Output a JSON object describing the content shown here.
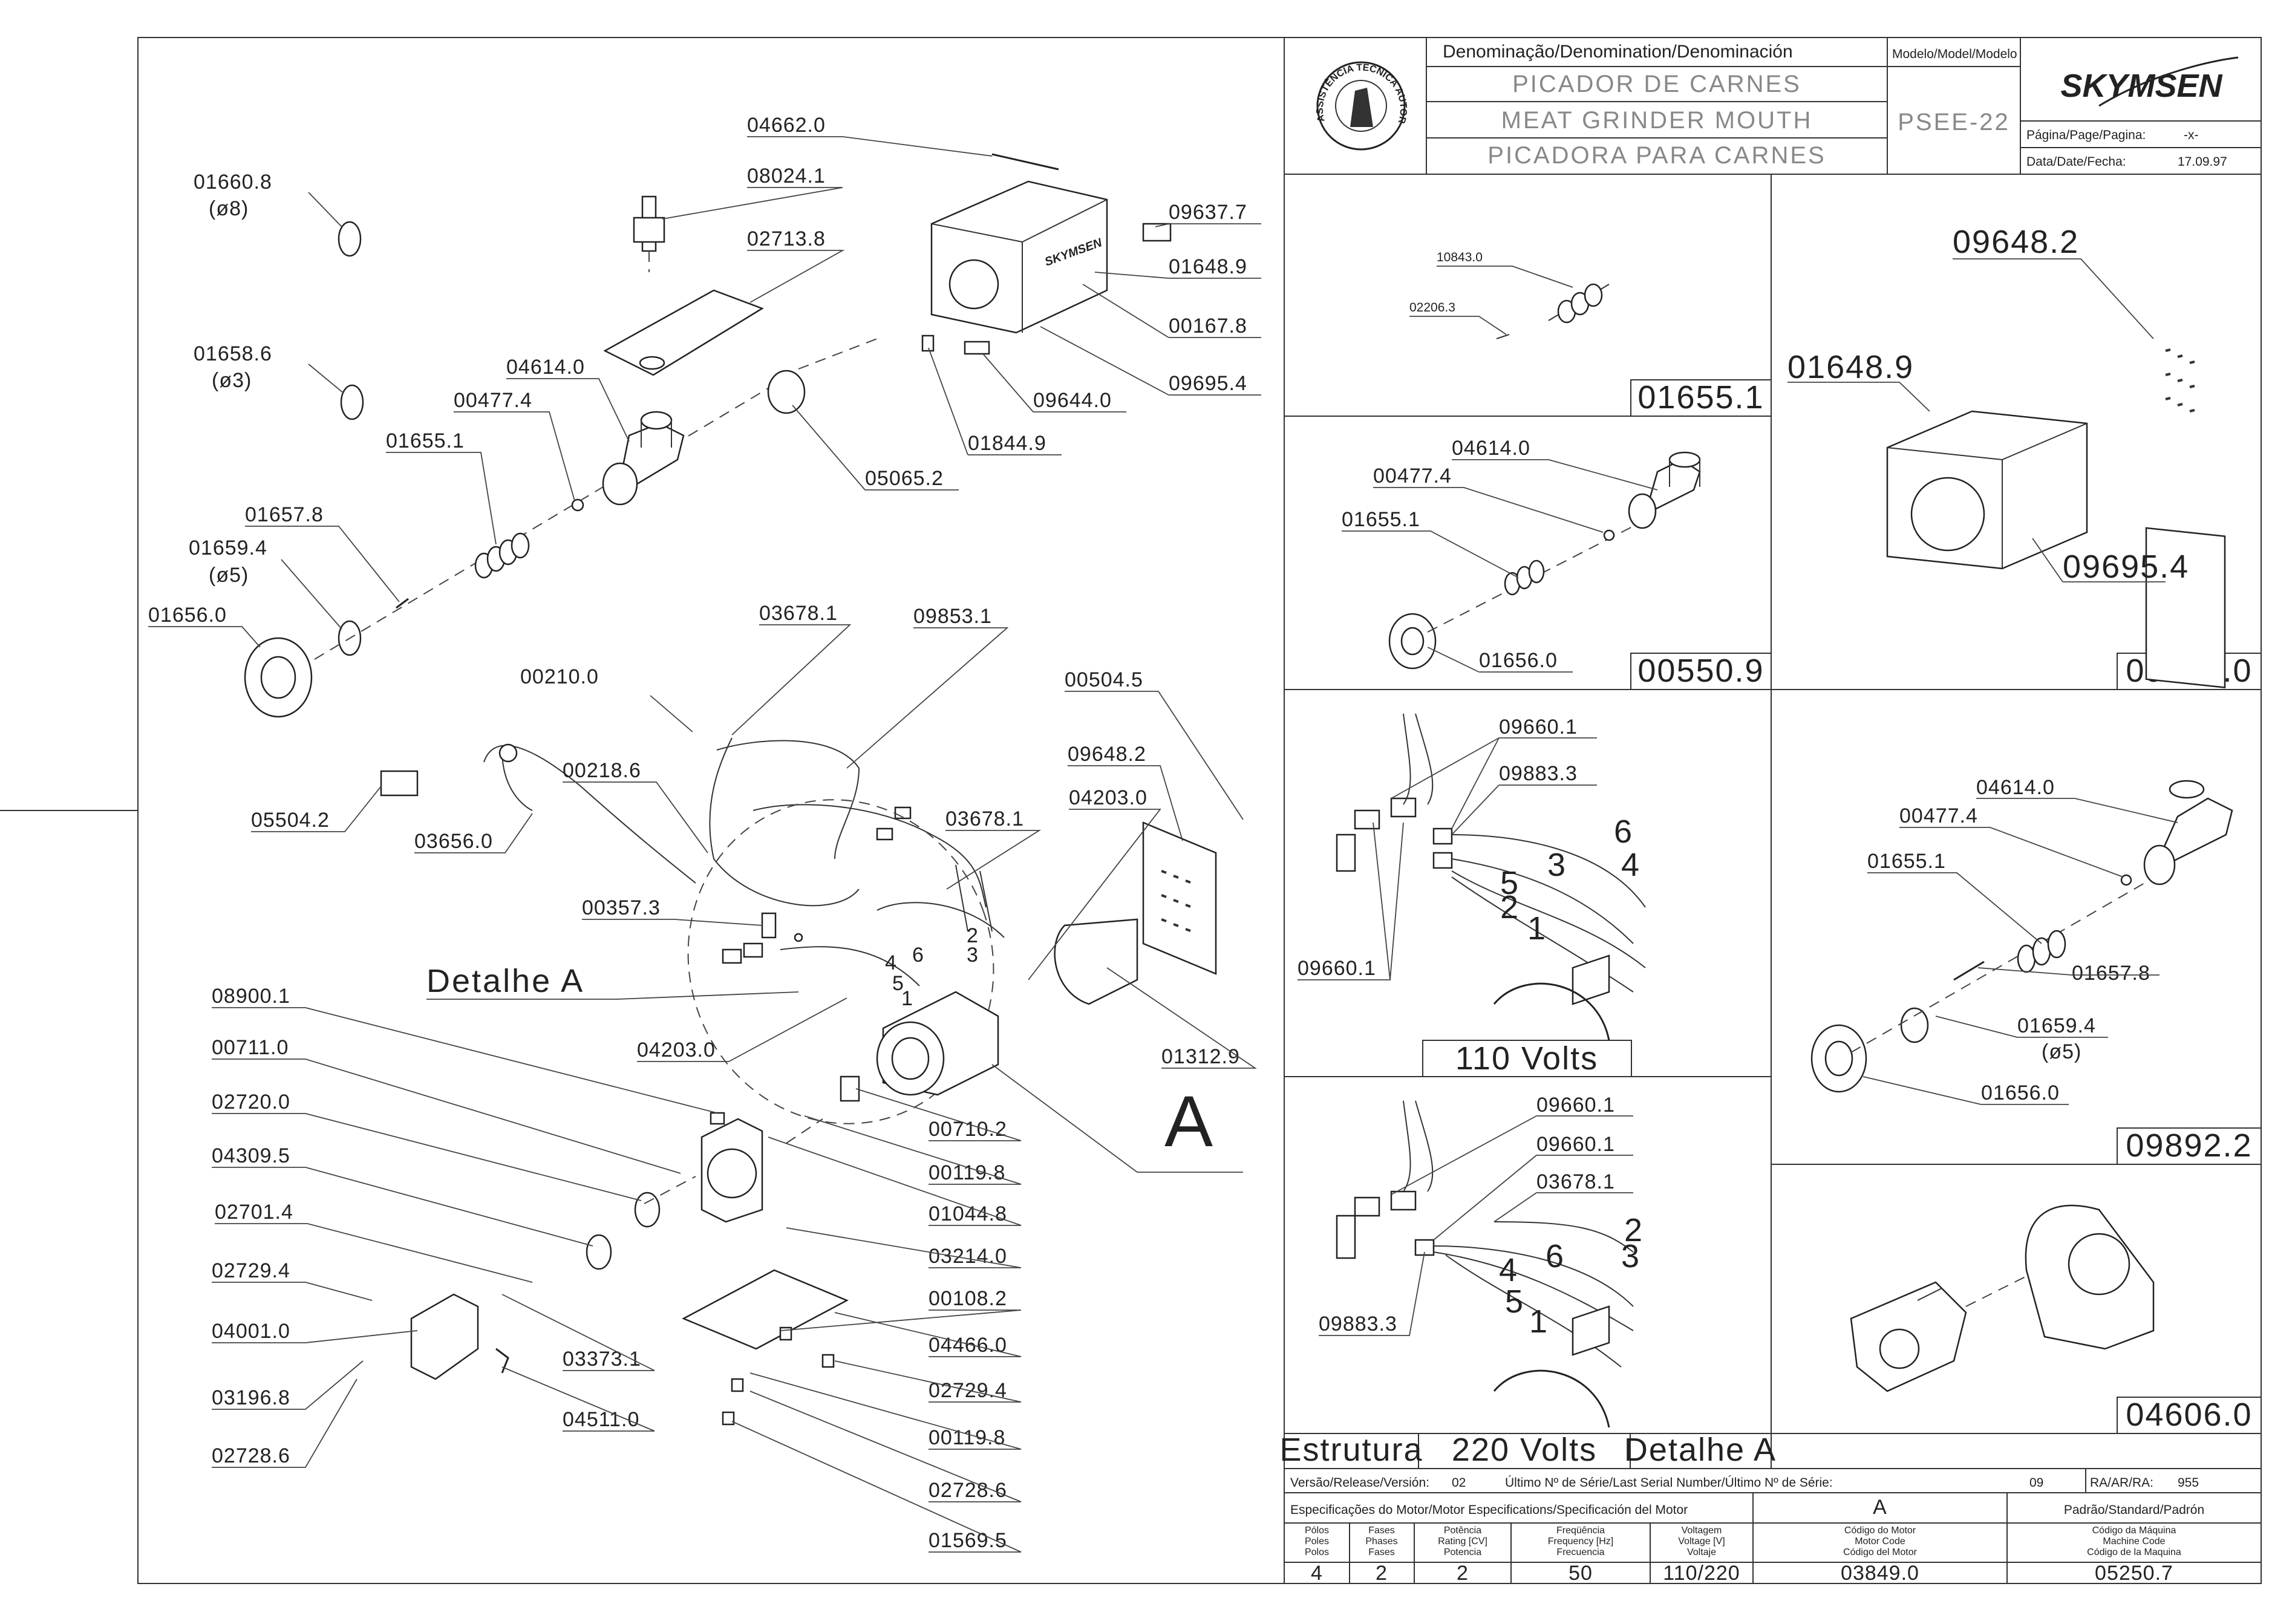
{
  "header": {
    "denomination_label": "Denominação/Denomination/Denominación",
    "model_label": "Modelo/Model/Modelo",
    "title_pt": "PICADOR DE CARNES",
    "title_en": "MEAT GRINDER MOUTH",
    "title_es": "PICADORA PARA CARNES",
    "model": "PSEE-22",
    "brand": "SKYMSEN",
    "seal_text": "ASSISTÊNCIA TÉCNICA AUTORIZADA",
    "page_label": "Página/Page/Pagina:",
    "page_value": "-x-",
    "date_label": "Data/Date/Fecha:",
    "date_value": "17.09.97"
  },
  "main_labels": [
    {
      "id": "01660.8",
      "text": "01660.8"
    },
    {
      "id": "01660.8d",
      "text": "(ø8)"
    },
    {
      "id": "01658.6",
      "text": "01658.6"
    },
    {
      "id": "01658.6d",
      "text": "(ø3)"
    },
    {
      "id": "01657.8",
      "text": "01657.8"
    },
    {
      "id": "01659.4",
      "text": "01659.4"
    },
    {
      "id": "01659.4d",
      "text": "(ø5)"
    },
    {
      "id": "01656.0",
      "text": "01656.0"
    },
    {
      "id": "01655.1",
      "text": "01655.1"
    },
    {
      "id": "00477.4",
      "text": "00477.4"
    },
    {
      "id": "04614.0",
      "text": "04614.0"
    },
    {
      "id": "02713.8",
      "text": "02713.8"
    },
    {
      "id": "08024.1",
      "text": "08024.1"
    },
    {
      "id": "04662.0",
      "text": "04662.0"
    },
    {
      "id": "09637.7",
      "text": "09637.7"
    },
    {
      "id": "01648.9",
      "text": "01648.9"
    },
    {
      "id": "00167.8",
      "text": "00167.8"
    },
    {
      "id": "09695.4",
      "text": "09695.4"
    },
    {
      "id": "09644.0",
      "text": "09644.0"
    },
    {
      "id": "01844.9",
      "text": "01844.9"
    },
    {
      "id": "05065.2",
      "text": "05065.2"
    },
    {
      "id": "03678.1a",
      "text": "03678.1"
    },
    {
      "id": "09853.1",
      "text": "09853.1"
    },
    {
      "id": "00210.0",
      "text": "00210.0"
    },
    {
      "id": "00218.6",
      "text": "00218.6"
    },
    {
      "id": "05504.2",
      "text": "05504.2"
    },
    {
      "id": "03656.0",
      "text": "03656.0"
    },
    {
      "id": "00504.5",
      "text": "00504.5"
    },
    {
      "id": "09648.2",
      "text": "09648.2"
    },
    {
      "id": "04203.0a",
      "text": "04203.0"
    },
    {
      "id": "03678.1b",
      "text": "03678.1"
    },
    {
      "id": "00357.3",
      "text": "00357.3"
    },
    {
      "id": "detalhe",
      "text": "Detalhe A"
    },
    {
      "id": "04203.0b",
      "text": "04203.0"
    },
    {
      "id": "01312.9",
      "text": "01312.9"
    },
    {
      "id": "A",
      "text": "A"
    },
    {
      "id": "08900.1",
      "text": "08900.1"
    },
    {
      "id": "00711.0",
      "text": "00711.0"
    },
    {
      "id": "02720.0",
      "text": "02720.0"
    },
    {
      "id": "04309.5",
      "text": "04309.5"
    },
    {
      "id": "02701.4",
      "text": "02701.4"
    },
    {
      "id": "02729.4a",
      "text": "02729.4"
    },
    {
      "id": "04001.0",
      "text": "04001.0"
    },
    {
      "id": "03196.8",
      "text": "03196.8"
    },
    {
      "id": "02728.6a",
      "text": "02728.6"
    },
    {
      "id": "03373.1",
      "text": "03373.1"
    },
    {
      "id": "04511.0",
      "text": "04511.0"
    },
    {
      "id": "00710.2",
      "text": "00710.2"
    },
    {
      "id": "00119.8a",
      "text": "00119.8"
    },
    {
      "id": "01044.8",
      "text": "01044.8"
    },
    {
      "id": "03214.0",
      "text": "03214.0"
    },
    {
      "id": "00108.2",
      "text": "00108.2"
    },
    {
      "id": "04466.0",
      "text": "04466.0"
    },
    {
      "id": "02729.4b",
      "text": "02729.4"
    },
    {
      "id": "00119.8b",
      "text": "00119.8"
    },
    {
      "id": "02728.6b",
      "text": "02728.6"
    },
    {
      "id": "01569.5",
      "text": "01569.5"
    }
  ],
  "wire_numbers": [
    "1",
    "2",
    "3",
    "4",
    "5",
    "6"
  ],
  "sub_panels": {
    "p1": {
      "code": "01655.1",
      "labels": [
        "10843.0",
        "02206.3"
      ]
    },
    "p2": {
      "code": "00550.9",
      "labels": [
        "04614.0",
        "00477.4",
        "01655.1",
        "01656.0"
      ]
    },
    "p3": {
      "code": "09540.0",
      "labels": [
        "09648.2",
        "01648.9",
        "09695.4"
      ]
    },
    "p4": {
      "caption": "110 Volts",
      "labels": [
        "09660.1",
        "09883.3",
        "09660.1"
      ]
    },
    "p5": {
      "code": "09892.2",
      "labels": [
        "04614.0",
        "00477.4",
        "01655.1",
        "01657.8",
        "01659.4",
        "(ø5)",
        "01656.0"
      ]
    },
    "p6": {
      "labels": [
        "09660.1",
        "09660.1",
        "03678.1",
        "09883.3"
      ]
    },
    "p7": {
      "code": "04606.0"
    }
  },
  "structure": {
    "estrutura": "Estrutura",
    "volts": "220 Volts",
    "detalhe": "Detalhe A"
  },
  "footer": {
    "version_label": "Versão/Release/Versión:",
    "version": "02",
    "serial_label": "Último Nº de Série/Last Serial Number/Último Nº de Série:",
    "serial": "09",
    "ra_label": "RA/AR/RA:",
    "ra": "955",
    "motor_spec_label": "Especificações do Motor/Motor Especifications/Specificación del Motor",
    "col_a": "A",
    "col_std": "Padrão/Standard/Padrón",
    "columns": [
      {
        "h1": "Pólos",
        "h2": "Poles",
        "h3": "Polos",
        "value": "4"
      },
      {
        "h1": "Fases",
        "h2": "Phases",
        "h3": "Fases",
        "value": "2"
      },
      {
        "h1": "Potência",
        "h2": "Rating [CV]",
        "h3": "Potencia",
        "value": "2"
      },
      {
        "h1": "Freqüência",
        "h2": "Frequency [Hz]",
        "h3": "Frecuencia",
        "value": "50"
      },
      {
        "h1": "Voltagem",
        "h2": "Voltage [V]",
        "h3": "Voltaje",
        "value": "110/220"
      },
      {
        "h1": "Código do Motor",
        "h2": "Motor Code",
        "h3": "Código del Motor",
        "value": "03849.0"
      },
      {
        "h1": "Código da Máquina",
        "h2": "Machine Code",
        "h3": "Código de la Maquina",
        "value": "05250.7"
      }
    ]
  }
}
